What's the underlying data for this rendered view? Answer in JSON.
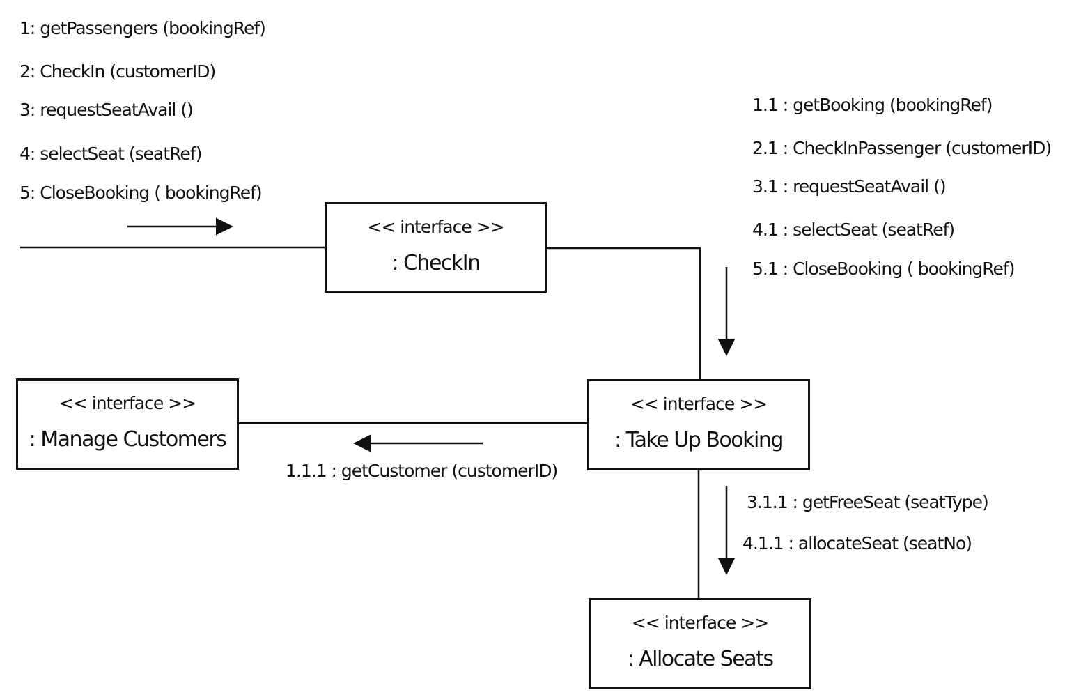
{
  "objects": {
    "checkin": {
      "stereotype": "<< interface >>",
      "name": ": CheckIn"
    },
    "manage_customers": {
      "stereotype": "<< interface >>",
      "name": ": Manage Customers"
    },
    "take_up_booking": {
      "stereotype": "<< interface >>",
      "name": ": Take Up Booking"
    },
    "allocate_seats": {
      "stereotype": "<< interface >>",
      "name": ": Allocate Seats"
    }
  },
  "messages": {
    "actor_to_checkin": [
      "1:  getPassengers (bookingRef)",
      "2:  CheckIn (customerID)",
      "3:  requestSeatAvail ()",
      "4:  selectSeat (seatRef)",
      "5: CloseBooking ( bookingRef)"
    ],
    "checkin_to_takeupbooking": [
      "1.1 :  getBooking (bookingRef)",
      "2.1 :  CheckInPassenger (customerID)",
      "3.1 :  requestSeatAvail ()",
      "4.1 :  selectSeat (seatRef)",
      "5.1 : CloseBooking ( bookingRef)"
    ],
    "takeupbooking_to_managecustomers": [
      "1.1.1 : getCustomer (customerID)"
    ],
    "takeupbooking_to_allocateseats": [
      "3.1.1 : getFreeSeat (seatType)",
      "4.1.1 : allocateSeat (seatNo)"
    ]
  }
}
